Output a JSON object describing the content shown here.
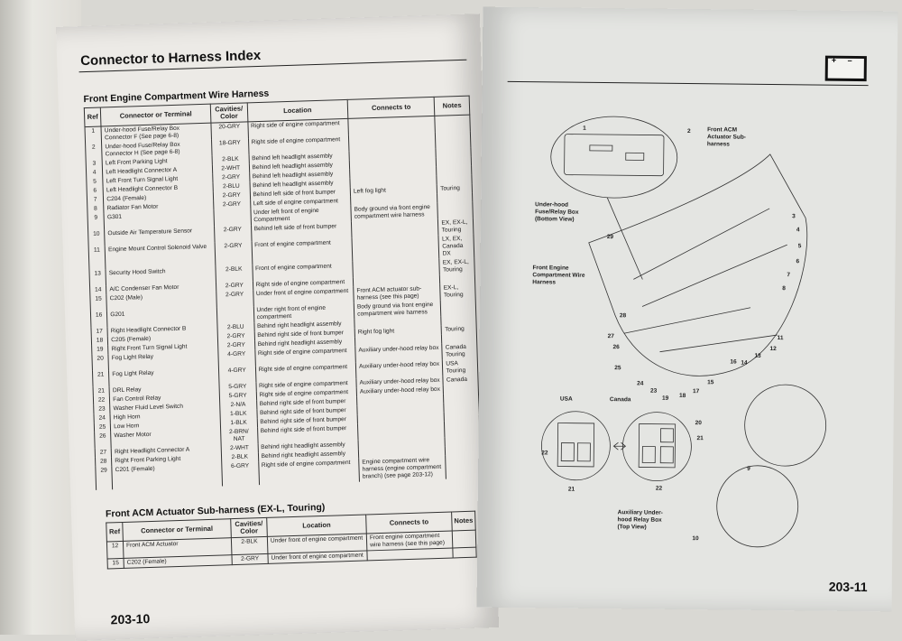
{
  "left_page": {
    "title": "Connector to Harness Index",
    "section1_title": "Front Engine Compartment Wire Harness",
    "headers": {
      "ref": "Ref",
      "connector": "Connector or Terminal",
      "cavities": "Cavities/ Color",
      "location": "Location",
      "connects": "Connects to",
      "notes": "Notes"
    },
    "rows": [
      [
        "1",
        "Under-hood Fuse/Relay Box Connector F (See page 6-8)",
        "20-GRY",
        "Right side of engine compartment",
        "",
        ""
      ],
      [
        "2",
        "Under-hood Fuse/Relay Box Connector H (See page 6-8)",
        "18-GRY",
        "Right side of engine compartment",
        "",
        ""
      ],
      [
        "3",
        "Left Front Parking Light",
        "2-BLK",
        "Behind left headlight assembly",
        "",
        ""
      ],
      [
        "4",
        "Left Headlight Connector A",
        "2-WHT",
        "Behind left headlight assembly",
        "",
        ""
      ],
      [
        "5",
        "Left Front Turn Signal Light",
        "2-GRY",
        "Behind left headlight assembly",
        "",
        ""
      ],
      [
        "6",
        "Left Headlight Connector B",
        "2-BLU",
        "Behind left headlight assembly",
        "",
        ""
      ],
      [
        "7",
        "C204 (Female)",
        "2-GRY",
        "Behind left side of front bumper",
        "Left fog light",
        "Touring"
      ],
      [
        "8",
        "Radiator Fan Motor",
        "2-GRY",
        "Left side of engine compartment",
        "",
        ""
      ],
      [
        "9",
        "G301",
        "",
        "Under left front of engine Compartment",
        "Body ground via front engine compartment wire harness",
        ""
      ],
      [
        "10",
        "Outside Air Temperature Sensor",
        "2-GRY",
        "Behind left side of front bumper",
        "",
        "EX, EX-L, Touring"
      ],
      [
        "11",
        "Engine Mount Control Solenoid Valve",
        "2-GRY",
        "Front of engine compartment",
        "",
        "LX, EX, Canada DX"
      ],
      [
        "13",
        "Security Hood Switch",
        "2-BLK",
        "Front of engine compartment",
        "",
        "EX, EX-L, Touring"
      ],
      [
        "14",
        "A/C Condenser Fan Motor",
        "2-GRY",
        "Right side of engine compartment",
        "",
        ""
      ],
      [
        "15",
        "C202 (Male)",
        "2-GRY",
        "Under front of engine compartment",
        "Front ACM actuator sub-harness (see this page)",
        "EX-L, Touring"
      ],
      [
        "16",
        "G201",
        "",
        "Under right front of engine compartment",
        "Body ground via front engine compartment wire harness",
        ""
      ],
      [
        "17",
        "Right Headlight Connector B",
        "2-BLU",
        "Behind right headlight assembly",
        "",
        ""
      ],
      [
        "18",
        "C205 (Female)",
        "2-GRY",
        "Behind right side of front bumper",
        "Right fog light",
        "Touring"
      ],
      [
        "19",
        "Right Front Turn Signal Light",
        "2-GRY",
        "Behind right headlight assembly",
        "",
        ""
      ],
      [
        "20",
        "Fog Light Relay",
        "4-GRY",
        "Right side of engine compartment",
        "Auxiliary under-hood relay box",
        "Canada Touring"
      ],
      [
        "21",
        "Fog Light Relay",
        "4-GRY",
        "Right side of engine compartment",
        "Auxiliary under-hood relay box",
        "USA Touring"
      ],
      [
        "21",
        "DRL Relay",
        "5-GRY",
        "Right side of engine compartment",
        "Auxiliary under-hood relay box",
        "Canada"
      ],
      [
        "22",
        "Fan Control Relay",
        "5-GRY",
        "Right side of engine compartment",
        "Auxiliary under-hood relay box",
        ""
      ],
      [
        "23",
        "Washer Fluid Level Switch",
        "2-N/A",
        "Behind right side of front bumper",
        "",
        ""
      ],
      [
        "24",
        "High Horn",
        "1-BLK",
        "Behind right side of front bumper",
        "",
        ""
      ],
      [
        "25",
        "Low Horn",
        "1-BLK",
        "Behind right side of front bumper",
        "",
        ""
      ],
      [
        "26",
        "Washer Motor",
        "2-BRN/ NAT",
        "Behind right side of front bumper",
        "",
        ""
      ],
      [
        "27",
        "Right Headlight Connector A",
        "2-WHT",
        "Behind right headlight assembly",
        "",
        ""
      ],
      [
        "28",
        "Right Front Parking Light",
        "2-BLK",
        "Behind right headlight assembly",
        "",
        ""
      ],
      [
        "29",
        "C201 (Female)",
        "6-GRY",
        "Right side of engine compartment",
        "Engine compartment wire harness (engine compartment branch) (see page 203-12)",
        ""
      ]
    ],
    "section2_title": "Front ACM Actuator Sub-harness (EX-L, Touring)",
    "rows2": [
      [
        "12",
        "Front ACM Actuator",
        "2-BLK",
        "Under front of engine compartment",
        "Front engine compartment wire harness (see this page)",
        ""
      ],
      [
        "15",
        "C202 (Female)",
        "2-GRY",
        "Under front of engine compartment",
        "",
        ""
      ]
    ],
    "page_number": "203-10"
  },
  "right_page": {
    "icon": "battery-icon",
    "labels": {
      "fuse_box": "Under-hood Fuse/Relay Box (Bottom View)",
      "acm": "Front ACM Actuator Sub-harness",
      "harness": "Front Engine Compartment Wire Harness",
      "usa": "USA",
      "canada": "Canada",
      "aux_box": "Auxiliary Under-hood Relay Box (Top View)"
    },
    "callouts": [
      "1",
      "2",
      "3",
      "4",
      "5",
      "6",
      "7",
      "8",
      "9",
      "10",
      "11",
      "12",
      "13",
      "14",
      "15",
      "16",
      "17",
      "18",
      "19",
      "20",
      "21",
      "22",
      "23",
      "24",
      "25",
      "26",
      "27",
      "28",
      "29",
      "21",
      "22"
    ],
    "page_number": "203-11"
  }
}
